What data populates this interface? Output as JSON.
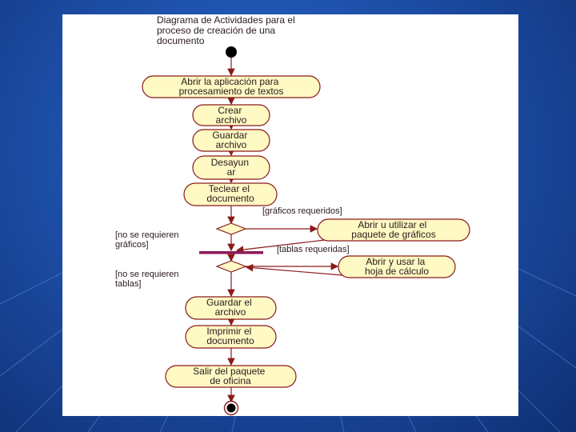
{
  "diagram": {
    "title_lines": [
      "Diagrama de Actividades para el",
      "proceso de creación de una",
      "documento"
    ],
    "activities": {
      "open_app": [
        "Abrir la aplicación para",
        "procesamiento de textos"
      ],
      "create": [
        "Crear",
        "archivo"
      ],
      "save": [
        "Guardar",
        "archivo"
      ],
      "breakfast": [
        "Desayun",
        "ar"
      ],
      "type": [
        "Teclear el",
        "documento"
      ],
      "graphics_pkg": [
        "Abrir u utilizar el",
        "paquete de gráficos"
      ],
      "spreadsheet": [
        "Abrir y usar la",
        "hoja de cálculo"
      ],
      "save2": [
        "Guardar el",
        "archivo"
      ],
      "print": [
        "Imprimir el",
        "documento"
      ],
      "exit": [
        "Salir del paquete",
        "de oficina"
      ]
    },
    "guards": {
      "graphics_required": "[gráficos requeridos]",
      "no_graphics": [
        "[no se requieren",
        "gráficos]"
      ],
      "tables_required": "[tablas requeridas]",
      "no_tables": [
        "[no se requieren",
        "tablas]"
      ]
    },
    "colors": {
      "node_fill": "#fff9c4",
      "stroke": "#8b1a1a",
      "text": "#2a1a1a"
    }
  }
}
